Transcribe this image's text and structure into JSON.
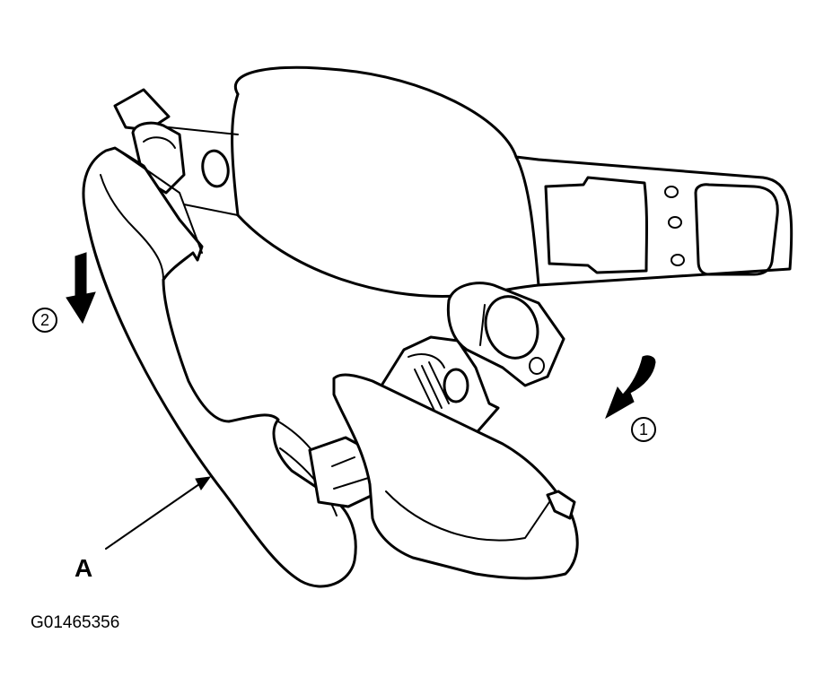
{
  "labels": {
    "part_a": "A",
    "step_1": "1",
    "step_2": "2",
    "figure_id": "G01465356"
  }
}
